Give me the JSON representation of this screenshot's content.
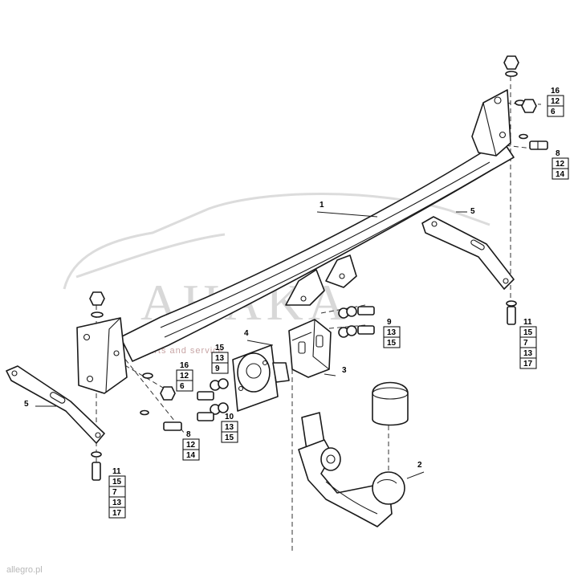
{
  "diagram": {
    "callouts": [
      {
        "id": "c1",
        "stack": [
          "1"
        ]
      },
      {
        "id": "c2",
        "stack": [
          "2"
        ]
      },
      {
        "id": "c3",
        "stack": [
          "3"
        ]
      },
      {
        "id": "c4",
        "stack": [
          "4"
        ]
      },
      {
        "id": "c5r",
        "stack": [
          "5"
        ]
      },
      {
        "id": "c5l",
        "stack": [
          "5"
        ]
      },
      {
        "id": "tr16",
        "stack": [
          "16",
          "12",
          "6"
        ]
      },
      {
        "id": "tr8",
        "stack": [
          "8",
          "12",
          "14"
        ]
      },
      {
        "id": "r11",
        "stack": [
          "11",
          "15",
          "7",
          "13",
          "17"
        ]
      },
      {
        "id": "m9",
        "stack": [
          "9",
          "13",
          "15"
        ]
      },
      {
        "id": "l16",
        "stack": [
          "16",
          "12",
          "6"
        ]
      },
      {
        "id": "l15",
        "stack": [
          "15",
          "13",
          "9"
        ]
      },
      {
        "id": "l10",
        "stack": [
          "10",
          "13",
          "15"
        ]
      },
      {
        "id": "l8",
        "stack": [
          "8",
          "12",
          "14"
        ]
      },
      {
        "id": "l11",
        "stack": [
          "11",
          "15",
          "7",
          "13",
          "17"
        ]
      }
    ]
  },
  "watermark": {
    "brand": "AHAKA",
    "sub": "parts and service"
  },
  "footer": {
    "mark": "allegro.pl"
  }
}
